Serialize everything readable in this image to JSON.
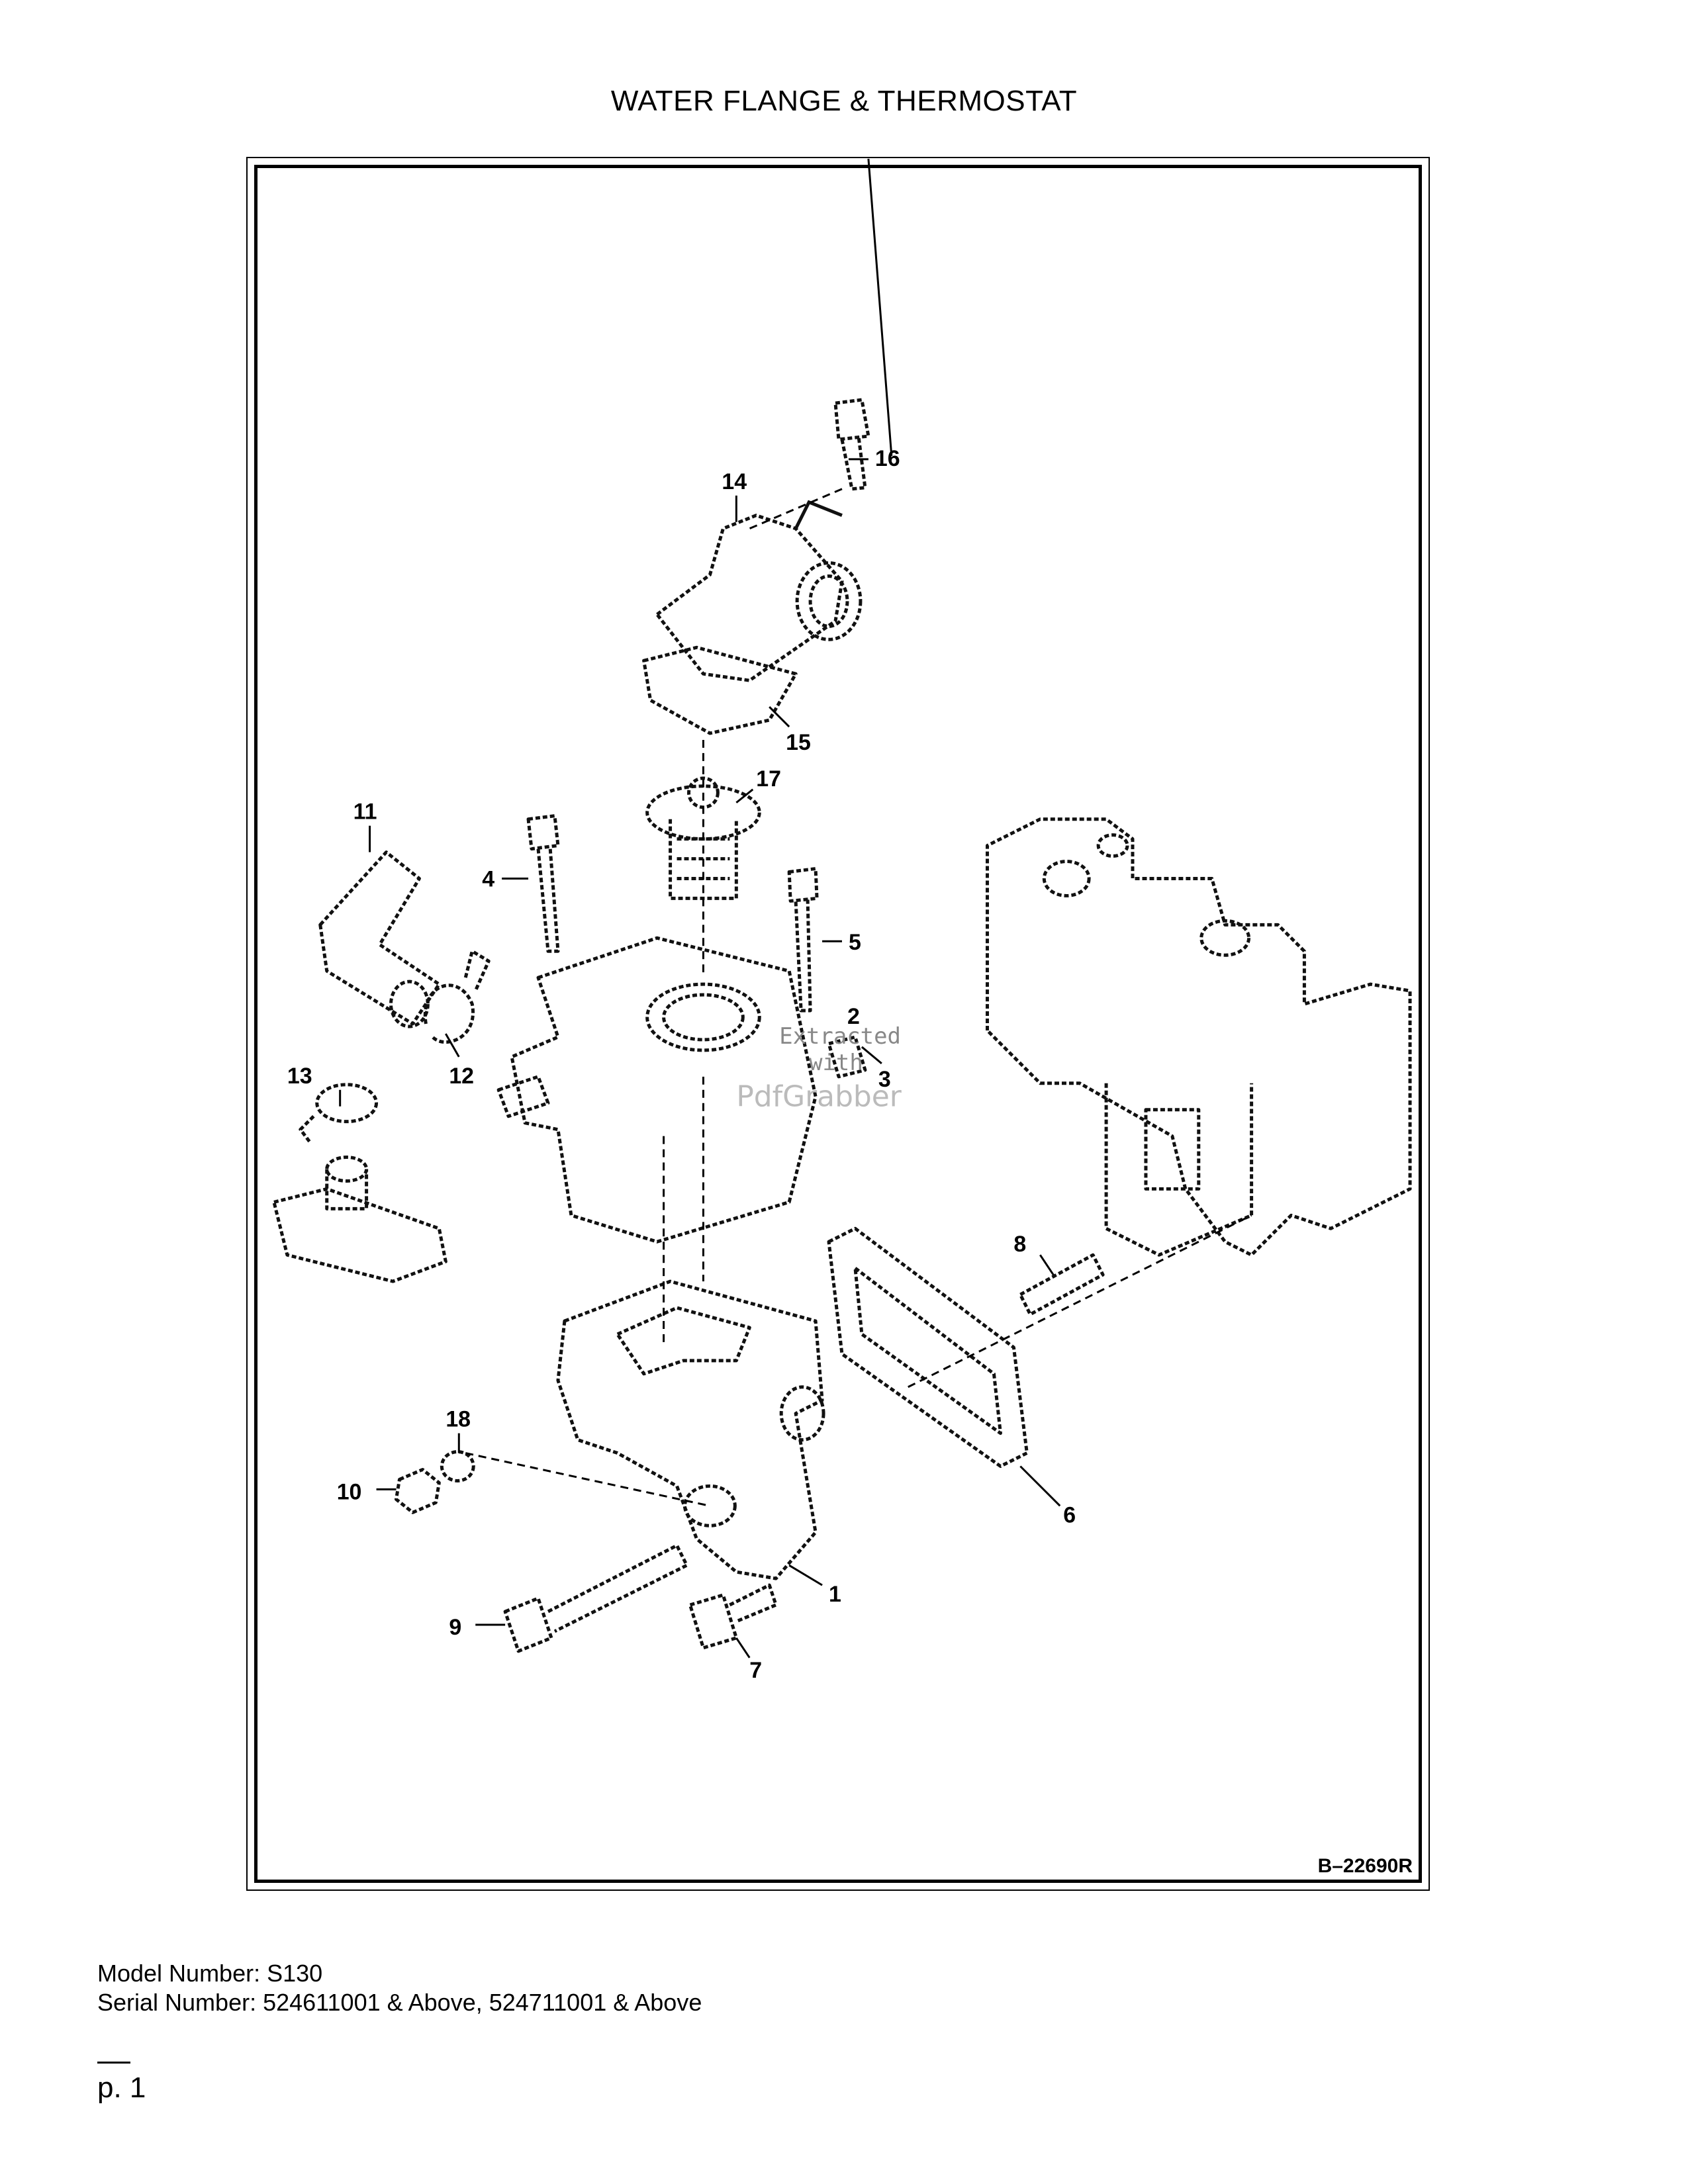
{
  "page": {
    "title": "WATER FLANGE & THERMOSTAT",
    "figure_ref": "B–22690R",
    "model_line": "Model Number: S130",
    "serial_line": "Serial Number: 524611001 & Above, 524711001 & Above",
    "page_number": "p. 1"
  },
  "watermark": {
    "line1": "Extracted",
    "line2": "with",
    "line3": "PdfGrabber"
  },
  "callouts": {
    "c1": "1",
    "c2": "2",
    "c3": "3",
    "c4": "4",
    "c5": "5",
    "c6": "6",
    "c7": "7",
    "c8": "8",
    "c9": "9",
    "c10": "10",
    "c11": "11",
    "c12": "12",
    "c13": "13",
    "c14": "14",
    "c15": "15",
    "c16": "16",
    "c17": "17",
    "c18": "18"
  }
}
